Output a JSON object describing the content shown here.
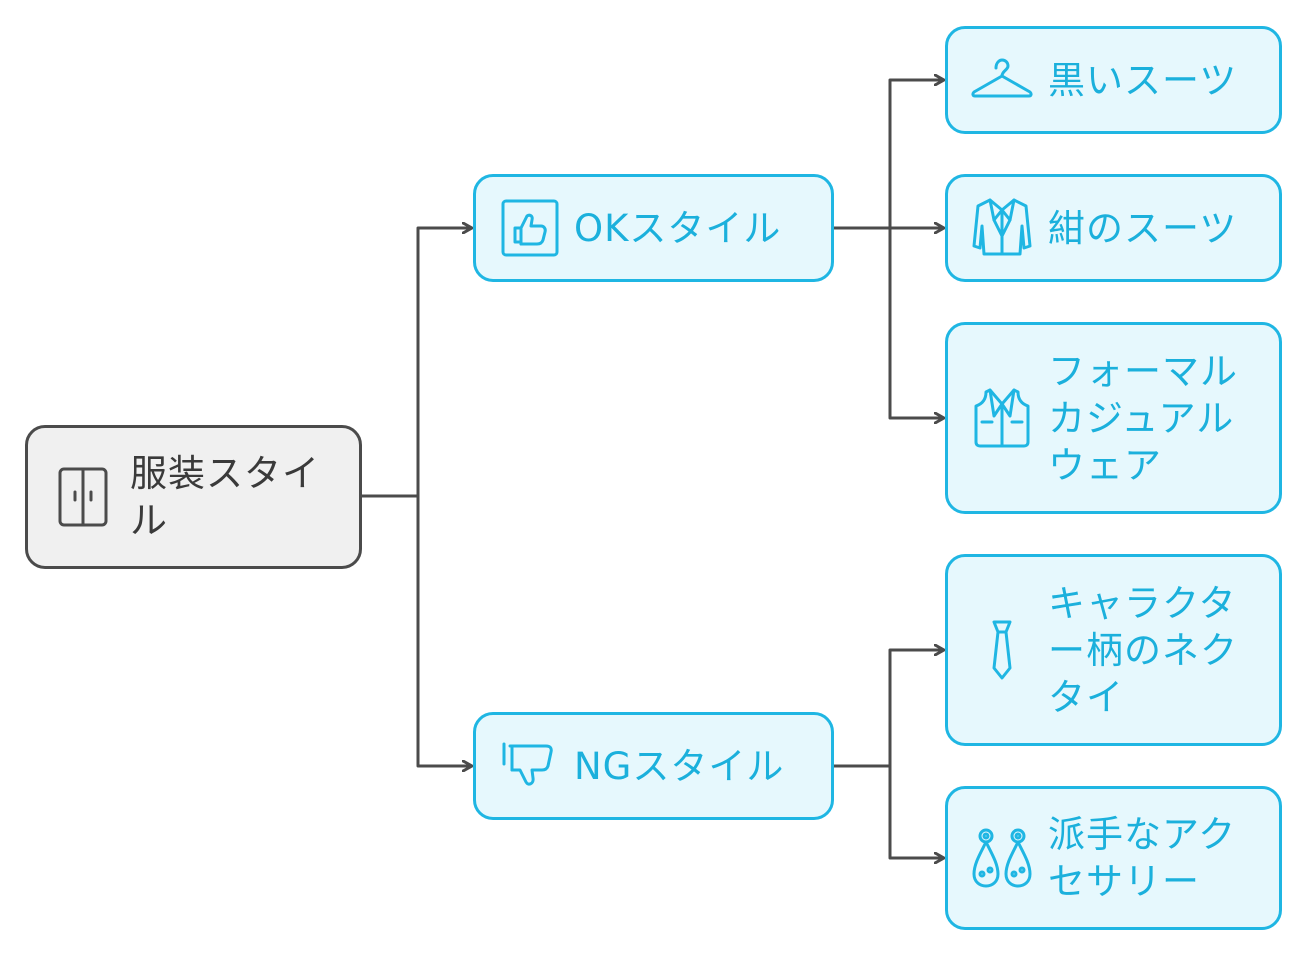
{
  "diagram": {
    "root": {
      "label": "服装スタイル",
      "icon": "wardrobe-icon"
    },
    "branches": [
      {
        "label": "OKスタイル",
        "icon": "thumbs-up-icon",
        "children": [
          {
            "label": "黒いスーツ",
            "icon": "hanger-icon"
          },
          {
            "label": "紺のスーツ",
            "icon": "suit-jacket-icon"
          },
          {
            "label": "フォーマルカジュアルウェア",
            "icon": "vest-icon"
          }
        ]
      },
      {
        "label": "NGスタイル",
        "icon": "thumbs-down-icon",
        "children": [
          {
            "label": "キャラクター柄のネクタイ",
            "icon": "necktie-icon"
          },
          {
            "label": "派手なアクセサリー",
            "icon": "earrings-icon"
          }
        ]
      }
    ],
    "colors": {
      "accent": "#1fb6e3",
      "node_fill": "#e6f8fd",
      "root_fill": "#f0f0f0",
      "root_border": "#4b4b4b",
      "connector": "#4b4b4b"
    }
  }
}
